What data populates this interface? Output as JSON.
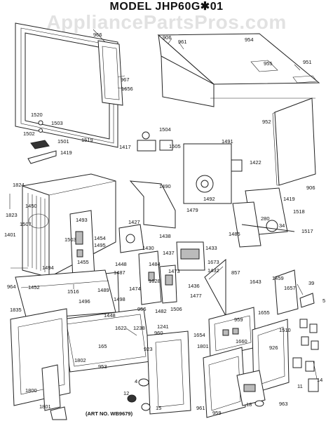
{
  "header": {
    "title": "MODEL JHP60G✱01",
    "watermark": "AppliancePartsPros.com"
  },
  "footer": {
    "art_number": "(ART NO. WB9679)"
  },
  "callouts": [
    {
      "id": "966",
      "text": "966"
    },
    {
      "id": "967",
      "text": "967"
    },
    {
      "id": "1656",
      "text": "1656"
    },
    {
      "id": "906a",
      "text": "906"
    },
    {
      "id": "961",
      "text": "961"
    },
    {
      "id": "954",
      "text": "954"
    },
    {
      "id": "955",
      "text": "955"
    },
    {
      "id": "951",
      "text": "951"
    },
    {
      "id": "952",
      "text": "952"
    },
    {
      "id": "906b",
      "text": "906"
    },
    {
      "id": "1520",
      "text": "1520"
    },
    {
      "id": "1503",
      "text": "1503"
    },
    {
      "id": "1502",
      "text": "1502"
    },
    {
      "id": "1501",
      "text": "1501"
    },
    {
      "id": "1519",
      "text": "1519"
    },
    {
      "id": "1504",
      "text": "1504"
    },
    {
      "id": "1417",
      "text": "1417"
    },
    {
      "id": "1505",
      "text": "1505"
    },
    {
      "id": "1419",
      "text": "1419"
    },
    {
      "id": "1491",
      "text": "1491"
    },
    {
      "id": "1422",
      "text": "1422"
    },
    {
      "id": "1824",
      "text": "1824"
    },
    {
      "id": "1823",
      "text": "1823"
    },
    {
      "id": "1490",
      "text": "1490"
    },
    {
      "id": "1492",
      "text": "1492"
    },
    {
      "id": "1479",
      "text": "1479"
    },
    {
      "id": "1419b",
      "text": "1419"
    },
    {
      "id": "1518",
      "text": "1518"
    },
    {
      "id": "1450",
      "text": "1450"
    },
    {
      "id": "1507",
      "text": "1507"
    },
    {
      "id": "1493",
      "text": "1493"
    },
    {
      "id": "1427",
      "text": "1427"
    },
    {
      "id": "1485",
      "text": "1485"
    },
    {
      "id": "280",
      "text": "280"
    },
    {
      "id": "34",
      "text": "34"
    },
    {
      "id": "1517",
      "text": "1517"
    },
    {
      "id": "1401",
      "text": "1401"
    },
    {
      "id": "1503b",
      "text": "1503"
    },
    {
      "id": "1454",
      "text": "1454"
    },
    {
      "id": "1495",
      "text": "1495"
    },
    {
      "id": "1455",
      "text": "1455"
    },
    {
      "id": "1430",
      "text": "1430"
    },
    {
      "id": "1438",
      "text": "1438"
    },
    {
      "id": "1437",
      "text": "1437"
    },
    {
      "id": "1433",
      "text": "1433"
    },
    {
      "id": "1673",
      "text": "1673"
    },
    {
      "id": "1448",
      "text": "1448"
    },
    {
      "id": "1484",
      "text": "1484"
    },
    {
      "id": "1494",
      "text": "1494"
    },
    {
      "id": "1487",
      "text": "1487"
    },
    {
      "id": "1473",
      "text": "1473"
    },
    {
      "id": "1432",
      "text": "1432"
    },
    {
      "id": "857",
      "text": "857"
    },
    {
      "id": "964",
      "text": "964"
    },
    {
      "id": "1452",
      "text": "1452"
    },
    {
      "id": "1516",
      "text": "1516"
    },
    {
      "id": "1489",
      "text": "1489"
    },
    {
      "id": "1474",
      "text": "1474"
    },
    {
      "id": "1628",
      "text": "1628"
    },
    {
      "id": "1643",
      "text": "1643"
    },
    {
      "id": "1459",
      "text": "1459"
    },
    {
      "id": "1657",
      "text": "1657"
    },
    {
      "id": "39",
      "text": "39"
    },
    {
      "id": "1436",
      "text": "1436"
    },
    {
      "id": "1496",
      "text": "1496"
    },
    {
      "id": "1498",
      "text": "1498"
    },
    {
      "id": "1477",
      "text": "1477"
    },
    {
      "id": "5",
      "text": "5"
    },
    {
      "id": "1835",
      "text": "1835"
    },
    {
      "id": "956",
      "text": "956"
    },
    {
      "id": "1482",
      "text": "1482"
    },
    {
      "id": "1506",
      "text": "1506"
    },
    {
      "id": "1448b",
      "text": "1448"
    },
    {
      "id": "1655",
      "text": "1655"
    },
    {
      "id": "959",
      "text": "959"
    },
    {
      "id": "1622",
      "text": "1622"
    },
    {
      "id": "1238",
      "text": "1238"
    },
    {
      "id": "1241",
      "text": "1241"
    },
    {
      "id": "960",
      "text": "960"
    },
    {
      "id": "1510",
      "text": "1510"
    },
    {
      "id": "1654",
      "text": "1654"
    },
    {
      "id": "1660",
      "text": "1660"
    },
    {
      "id": "926",
      "text": "926"
    },
    {
      "id": "165",
      "text": "165"
    },
    {
      "id": "923",
      "text": "923"
    },
    {
      "id": "1801",
      "text": "1801"
    },
    {
      "id": "1802",
      "text": "1802"
    },
    {
      "id": "953",
      "text": "953"
    },
    {
      "id": "4",
      "text": "4"
    },
    {
      "id": "14",
      "text": "14"
    },
    {
      "id": "12",
      "text": "12"
    },
    {
      "id": "11",
      "text": "11"
    },
    {
      "id": "1800",
      "text": "1800"
    },
    {
      "id": "15",
      "text": "15"
    },
    {
      "id": "961b",
      "text": "961"
    },
    {
      "id": "959b",
      "text": "959"
    },
    {
      "id": "18",
      "text": "18"
    },
    {
      "id": "963",
      "text": "963"
    },
    {
      "id": "1801b",
      "text": "1801"
    }
  ]
}
